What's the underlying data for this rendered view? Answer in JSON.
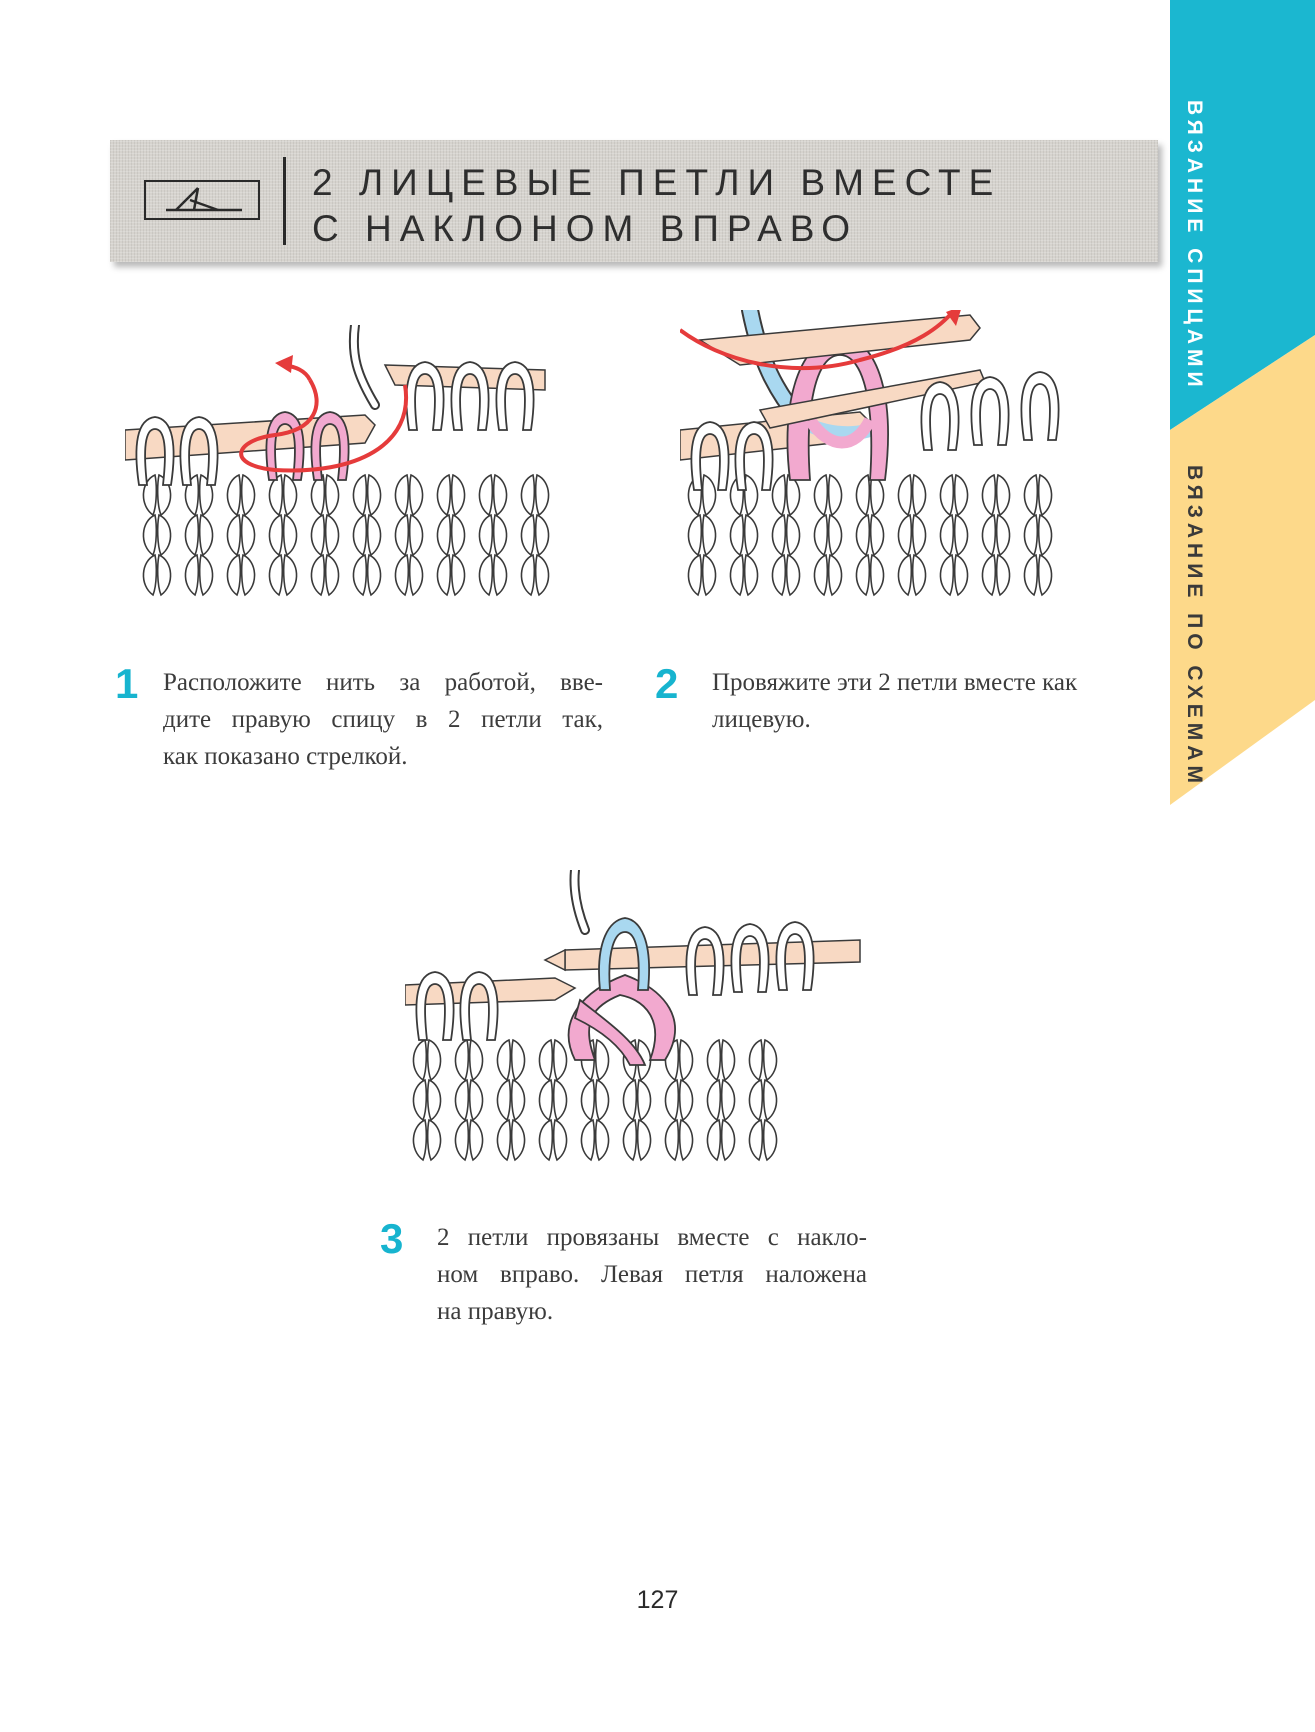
{
  "side_tabs": [
    {
      "label": "ВЯЗАНИЕ СПИЦАМИ",
      "color": "#1bb7d0"
    },
    {
      "label": "ВЯЗАНИЕ ПО СХЕМАМ",
      "color": "#fdd98a"
    }
  ],
  "header": {
    "title_line1": "2 ЛИЦЕВЫЕ ПЕТЛИ ВМЕСТЕ",
    "title_line2": "С НАКЛОНОМ ВПРАВО",
    "symbol_icon": "k2tog-right-slant-symbol-icon"
  },
  "illustrations": [
    {
      "name": "step-1-illustration",
      "highlight_colors": [
        "#f2a9cf",
        "#e53b3b"
      ]
    },
    {
      "name": "step-2-illustration",
      "highlight_colors": [
        "#f2a9cf",
        "#a9d8f0",
        "#e53b3b"
      ]
    },
    {
      "name": "step-3-illustration",
      "highlight_colors": [
        "#f2a9cf",
        "#a9d8f0"
      ]
    }
  ],
  "steps": [
    {
      "number": "1",
      "line1": "Расположите нить за работой, вве-",
      "line2": "дите правую спицу в 2 петли так,",
      "line3": "как показано стрелкой."
    },
    {
      "number": "2",
      "line1": "Провяжите эти 2 петли вместе как",
      "line2": "лицевую."
    },
    {
      "number": "3",
      "line1": "2 петли провязаны вместе с накло-",
      "line2": "ном вправо. Левая петля наложена",
      "line3": "на правую."
    }
  ],
  "page_number": "127",
  "colors": {
    "accent_blue": "#17b4cf",
    "tab_yellow": "#fdd98a",
    "needle": "#f8d9c3",
    "loop_pink": "#f2a9cf",
    "loop_blue": "#a9d8f0",
    "arrow_red": "#e53b3b"
  }
}
